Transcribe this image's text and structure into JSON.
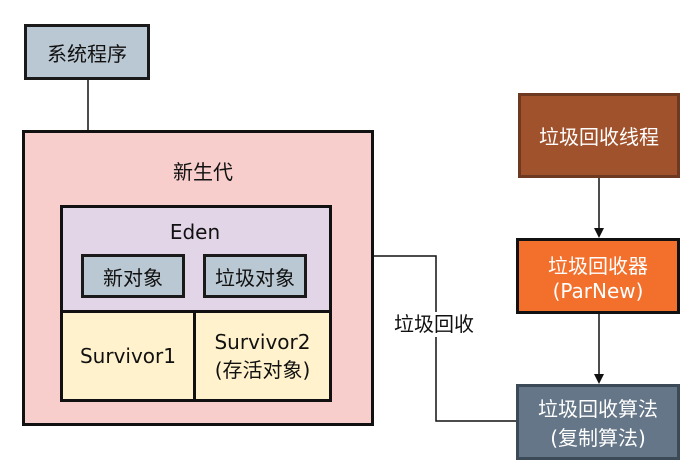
{
  "nodes": {
    "system_program": "系统程序",
    "young_generation": "新生代",
    "eden": "Eden",
    "new_object": "新对象",
    "garbage_object": "垃圾对象",
    "survivor1": "Survivor1",
    "survivor2_line1": "Survivor2",
    "survivor2_line2": "(存活对象)",
    "gc_thread": "垃圾回收线程",
    "collector_line1": "垃圾回收器",
    "collector_line2": "(ParNew)",
    "algorithm_line1": "垃圾回收算法",
    "algorithm_line2": "(复制算法)"
  },
  "edges": {
    "gc_label": "垃圾回收"
  },
  "colors": {
    "system_program": "#bac8d3",
    "young_generation": "#f8cecc",
    "eden": "#e1d5e7",
    "survivor": "#fff2cc",
    "gc_thread": "#a0522d",
    "collector": "#f36f2c",
    "algorithm": "#647687"
  }
}
